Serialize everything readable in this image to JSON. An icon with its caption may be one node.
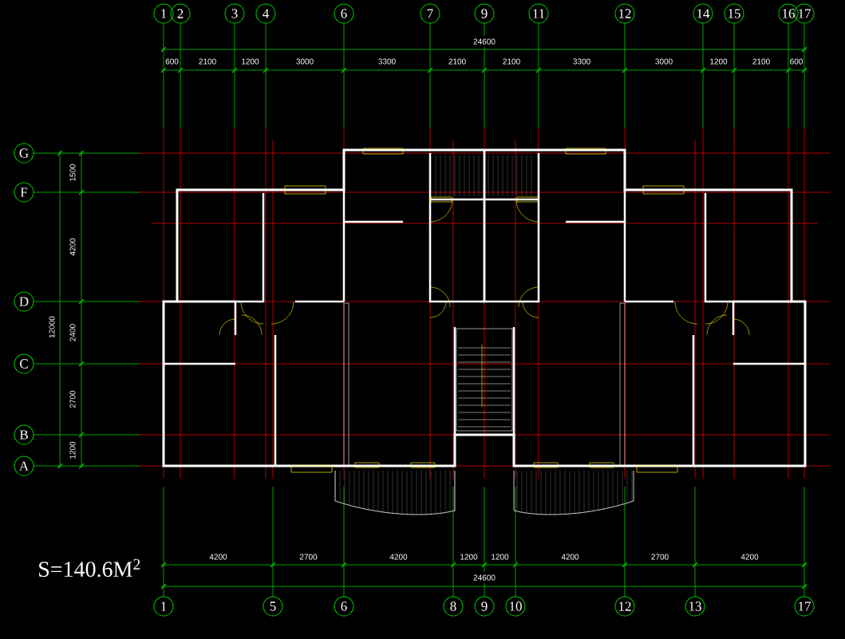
{
  "diagram": {
    "nodes": [
      {
        "text": [
          "1"
        ]
      },
      {
        "text": [
          "2"
        ]
      },
      {
        "text": [
          "3"
        ]
      },
      {
        "text": [
          "4"
        ]
      },
      {
        "text": [
          "6"
        ]
      },
      {
        "text": [
          "7"
        ]
      },
      {
        "text": [
          "9"
        ]
      },
      {
        "text": [
          "11"
        ]
      },
      {
        "text": [
          "12"
        ]
      },
      {
        "text": [
          "14"
        ]
      },
      {
        "text": [
          "15"
        ]
      },
      {
        "text": [
          "16"
        ]
      },
      {
        "text": [
          "17"
        ]
      },
      {
        "text": [
          "G"
        ]
      },
      {
        "text": [
          "F"
        ]
      },
      {
        "text": [
          "D"
        ]
      },
      {
        "text": [
          "C"
        ]
      },
      {
        "text": [
          "B"
        ]
      },
      {
        "text": [
          "A"
        ]
      },
      {
        "text": [
          "1"
        ]
      },
      {
        "text": [
          "5"
        ]
      },
      {
        "text": [
          "6"
        ]
      },
      {
        "text": [
          "8"
        ]
      },
      {
        "text": [
          "9"
        ]
      },
      {
        "text": [
          "10"
        ]
      },
      {
        "text": [
          "12"
        ]
      },
      {
        "text": [
          "13"
        ]
      },
      {
        "text": [
          "17"
        ]
      }
    ],
    "labels": [
      "24600",
      "600",
      "2100",
      "1200",
      "3000",
      "3300",
      "2100",
      "2100",
      "3300",
      "3000",
      "1200",
      "2100",
      "600",
      "1500",
      "4200",
      "12000",
      "2400",
      "2700",
      "1200",
      "S=140.6M$^{2}$",
      "4200",
      "2700",
      "4200",
      "1200",
      "1200",
      "4200",
      "2700",
      "4200",
      "24600"
    ]
  }
}
